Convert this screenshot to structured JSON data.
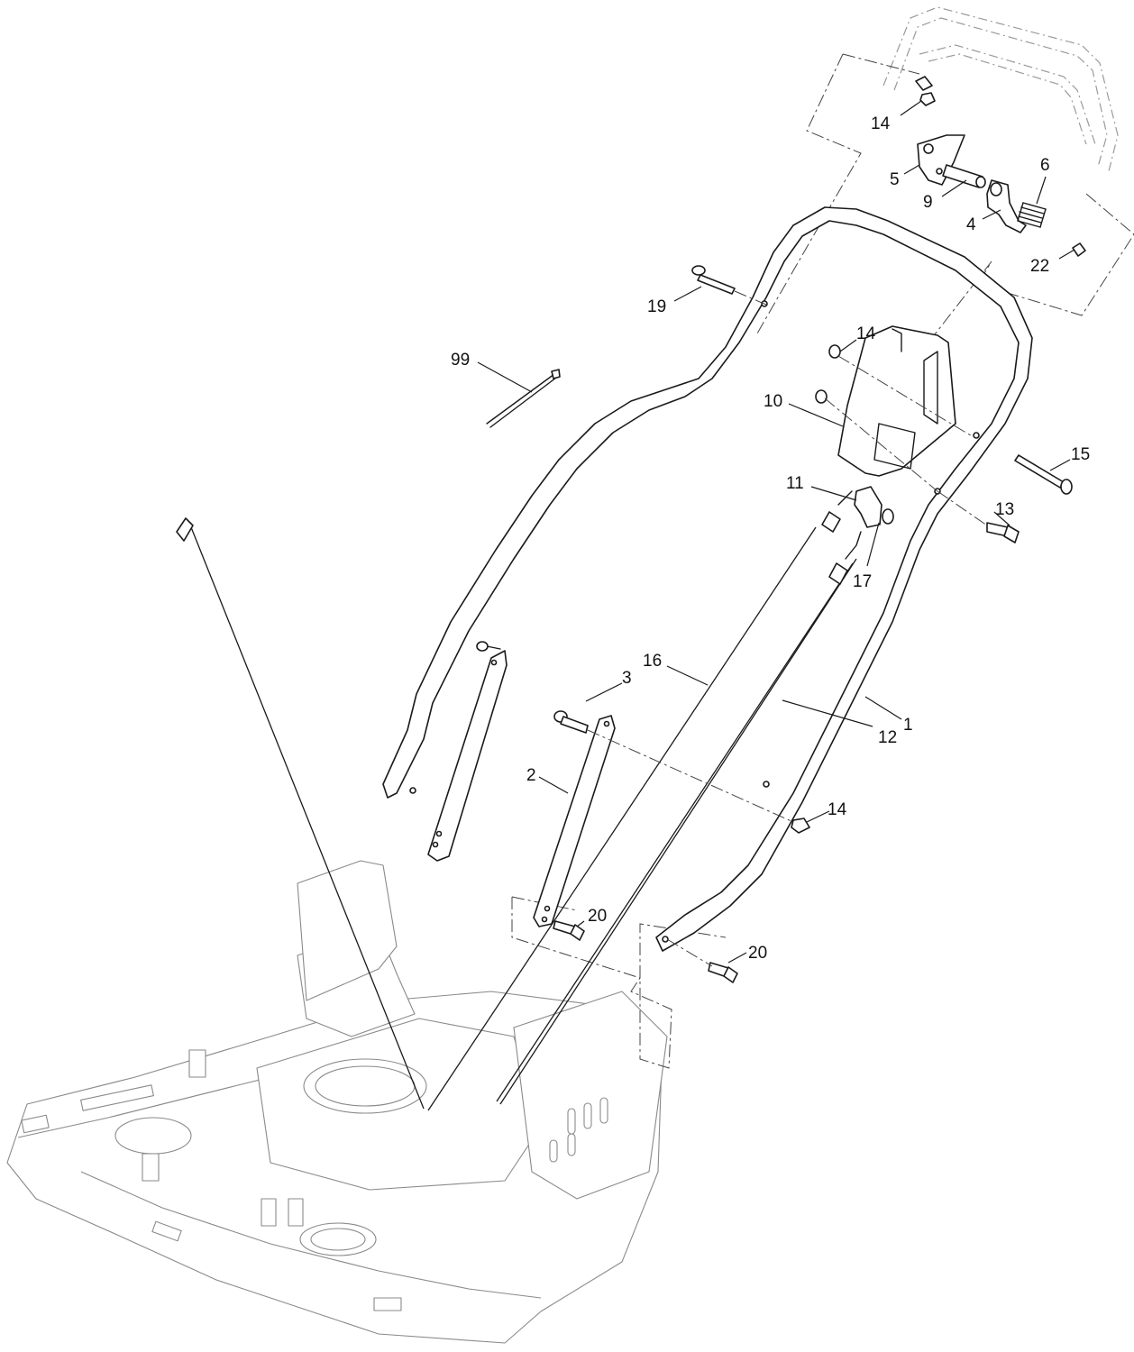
{
  "callouts": [
    {
      "id": "c14a",
      "label": "14"
    },
    {
      "id": "c5",
      "label": "5"
    },
    {
      "id": "c9",
      "label": "9"
    },
    {
      "id": "c6",
      "label": "6"
    },
    {
      "id": "c4",
      "label": "4"
    },
    {
      "id": "c22",
      "label": "22"
    },
    {
      "id": "c19",
      "label": "19"
    },
    {
      "id": "c99",
      "label": "99"
    },
    {
      "id": "c14b",
      "label": "14"
    },
    {
      "id": "c10",
      "label": "10"
    },
    {
      "id": "c15",
      "label": "15"
    },
    {
      "id": "c11",
      "label": "11"
    },
    {
      "id": "c13",
      "label": "13"
    },
    {
      "id": "c17",
      "label": "17"
    },
    {
      "id": "c16",
      "label": "16"
    },
    {
      "id": "c3",
      "label": "3"
    },
    {
      "id": "c1",
      "label": "1"
    },
    {
      "id": "c12",
      "label": "12"
    },
    {
      "id": "c2",
      "label": "2"
    },
    {
      "id": "c14c",
      "label": "14"
    },
    {
      "id": "c20a",
      "label": "20"
    },
    {
      "id": "c20b",
      "label": "20"
    }
  ]
}
